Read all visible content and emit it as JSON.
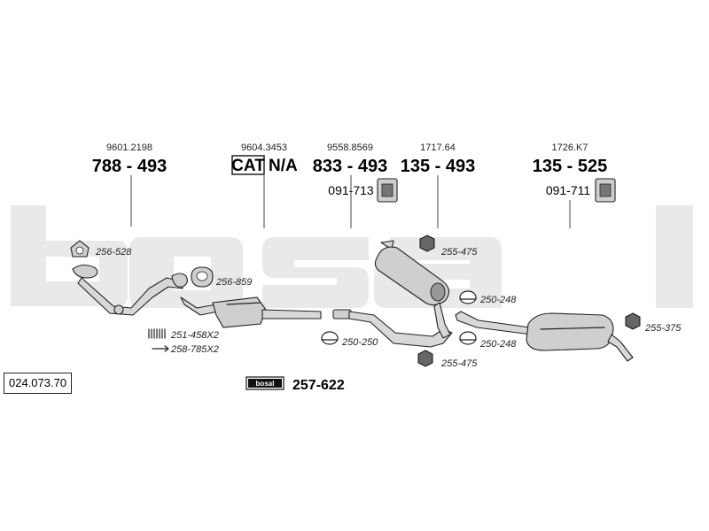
{
  "watermark": "bosal",
  "catalog_number": "024.073.70",
  "header_parts": [
    {
      "ref": "9601.2198",
      "part": "788 - 493"
    },
    {
      "ref": "9604.3453",
      "part": "CAT",
      "part_suffix": "N/A"
    },
    {
      "ref": "9558.8569",
      "part": "833 - 493",
      "sub": "091-713"
    },
    {
      "ref": "1717.64",
      "part": "135 - 493"
    },
    {
      "ref": "1726.K7",
      "part": "135 - 525",
      "sub": "091-711"
    }
  ],
  "labels": {
    "gasket_top": "256-528",
    "gasket_mid": "256-859",
    "spring": "251-458X2",
    "bolt": "258-785X2",
    "clamp_a": "250-250",
    "nut_top": "255-475",
    "nut_bottom": "255-475",
    "clamp_b": "250-248",
    "clamp_c": "250-248",
    "nut_right": "255-375"
  },
  "kit": {
    "brand": "bosal",
    "part": "257-622"
  }
}
